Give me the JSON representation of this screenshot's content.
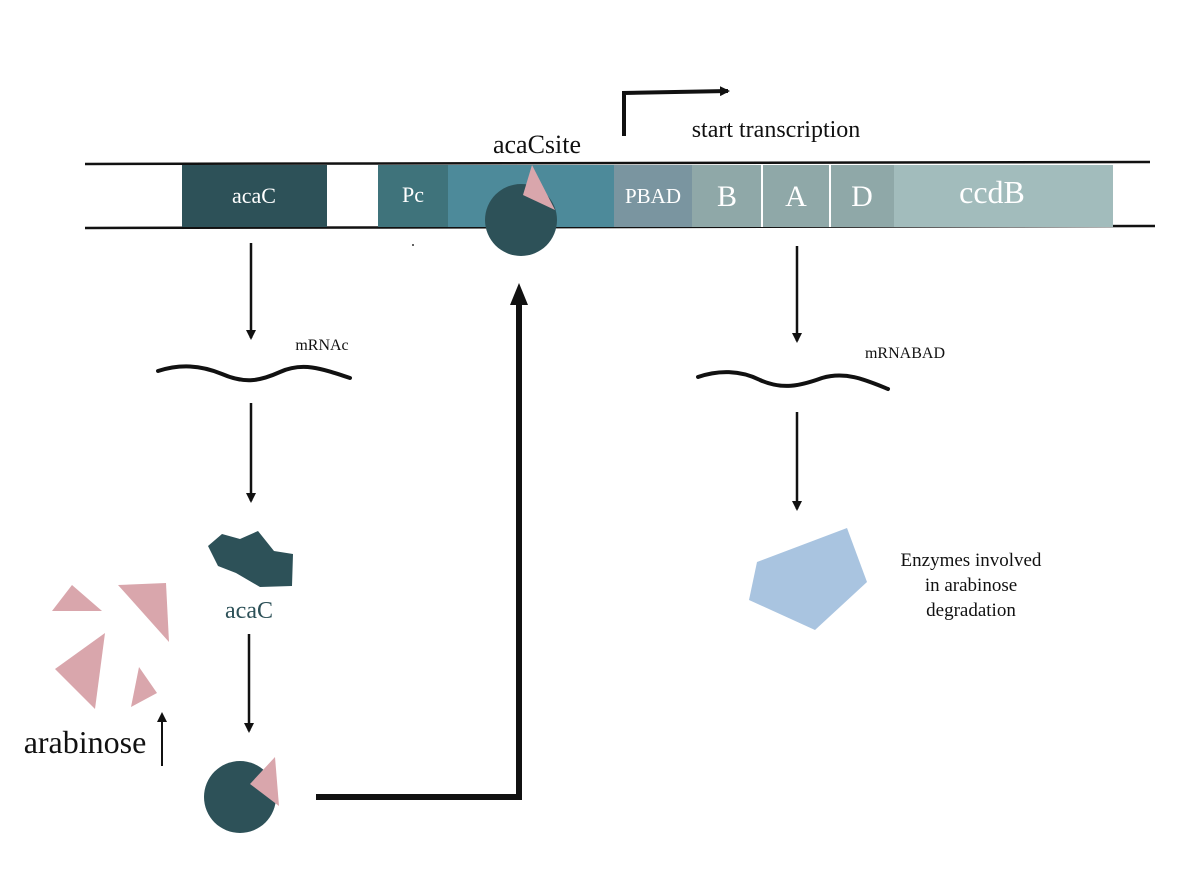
{
  "colors": {
    "acaC": "#2d5158",
    "Pc": "#3f737b",
    "site": "#4d8a9a",
    "PBAD": "#7a95a0",
    "B": "#8fa8a8",
    "A": "#8fa8a8",
    "D": "#8fa8a8",
    "ccdB": "#a2bcbc",
    "protein": "#2d5158",
    "arabinose": "#d9a6ac",
    "enzyme": "#a9c4e0",
    "line": "#111111"
  },
  "dna": {
    "segments": [
      {
        "id": "acaC",
        "label": "acaC"
      },
      {
        "id": "Pc",
        "label": "Pc"
      },
      {
        "id": "site",
        "label": ""
      },
      {
        "id": "PBAD",
        "label": "PBAD"
      },
      {
        "id": "B",
        "label": "B"
      },
      {
        "id": "A",
        "label": "A"
      },
      {
        "id": "D",
        "label": "D"
      },
      {
        "id": "ccdB",
        "label": "ccdB"
      }
    ]
  },
  "labels": {
    "site": "acaCsite",
    "start": "start transcription",
    "mrna_c": "mRNAc",
    "mrna_bad": "mRNABAD",
    "protein": "acaC",
    "arabinose": "arabinose",
    "enzymes": [
      "Enzymes involved",
      "in arabinose",
      "degradation"
    ]
  },
  "icons": [
    "protein-shape",
    "arabinose-triangles",
    "acac-arabinose-complex",
    "enzyme-shape",
    "mrna-wave",
    "transcription-start-arrow"
  ]
}
